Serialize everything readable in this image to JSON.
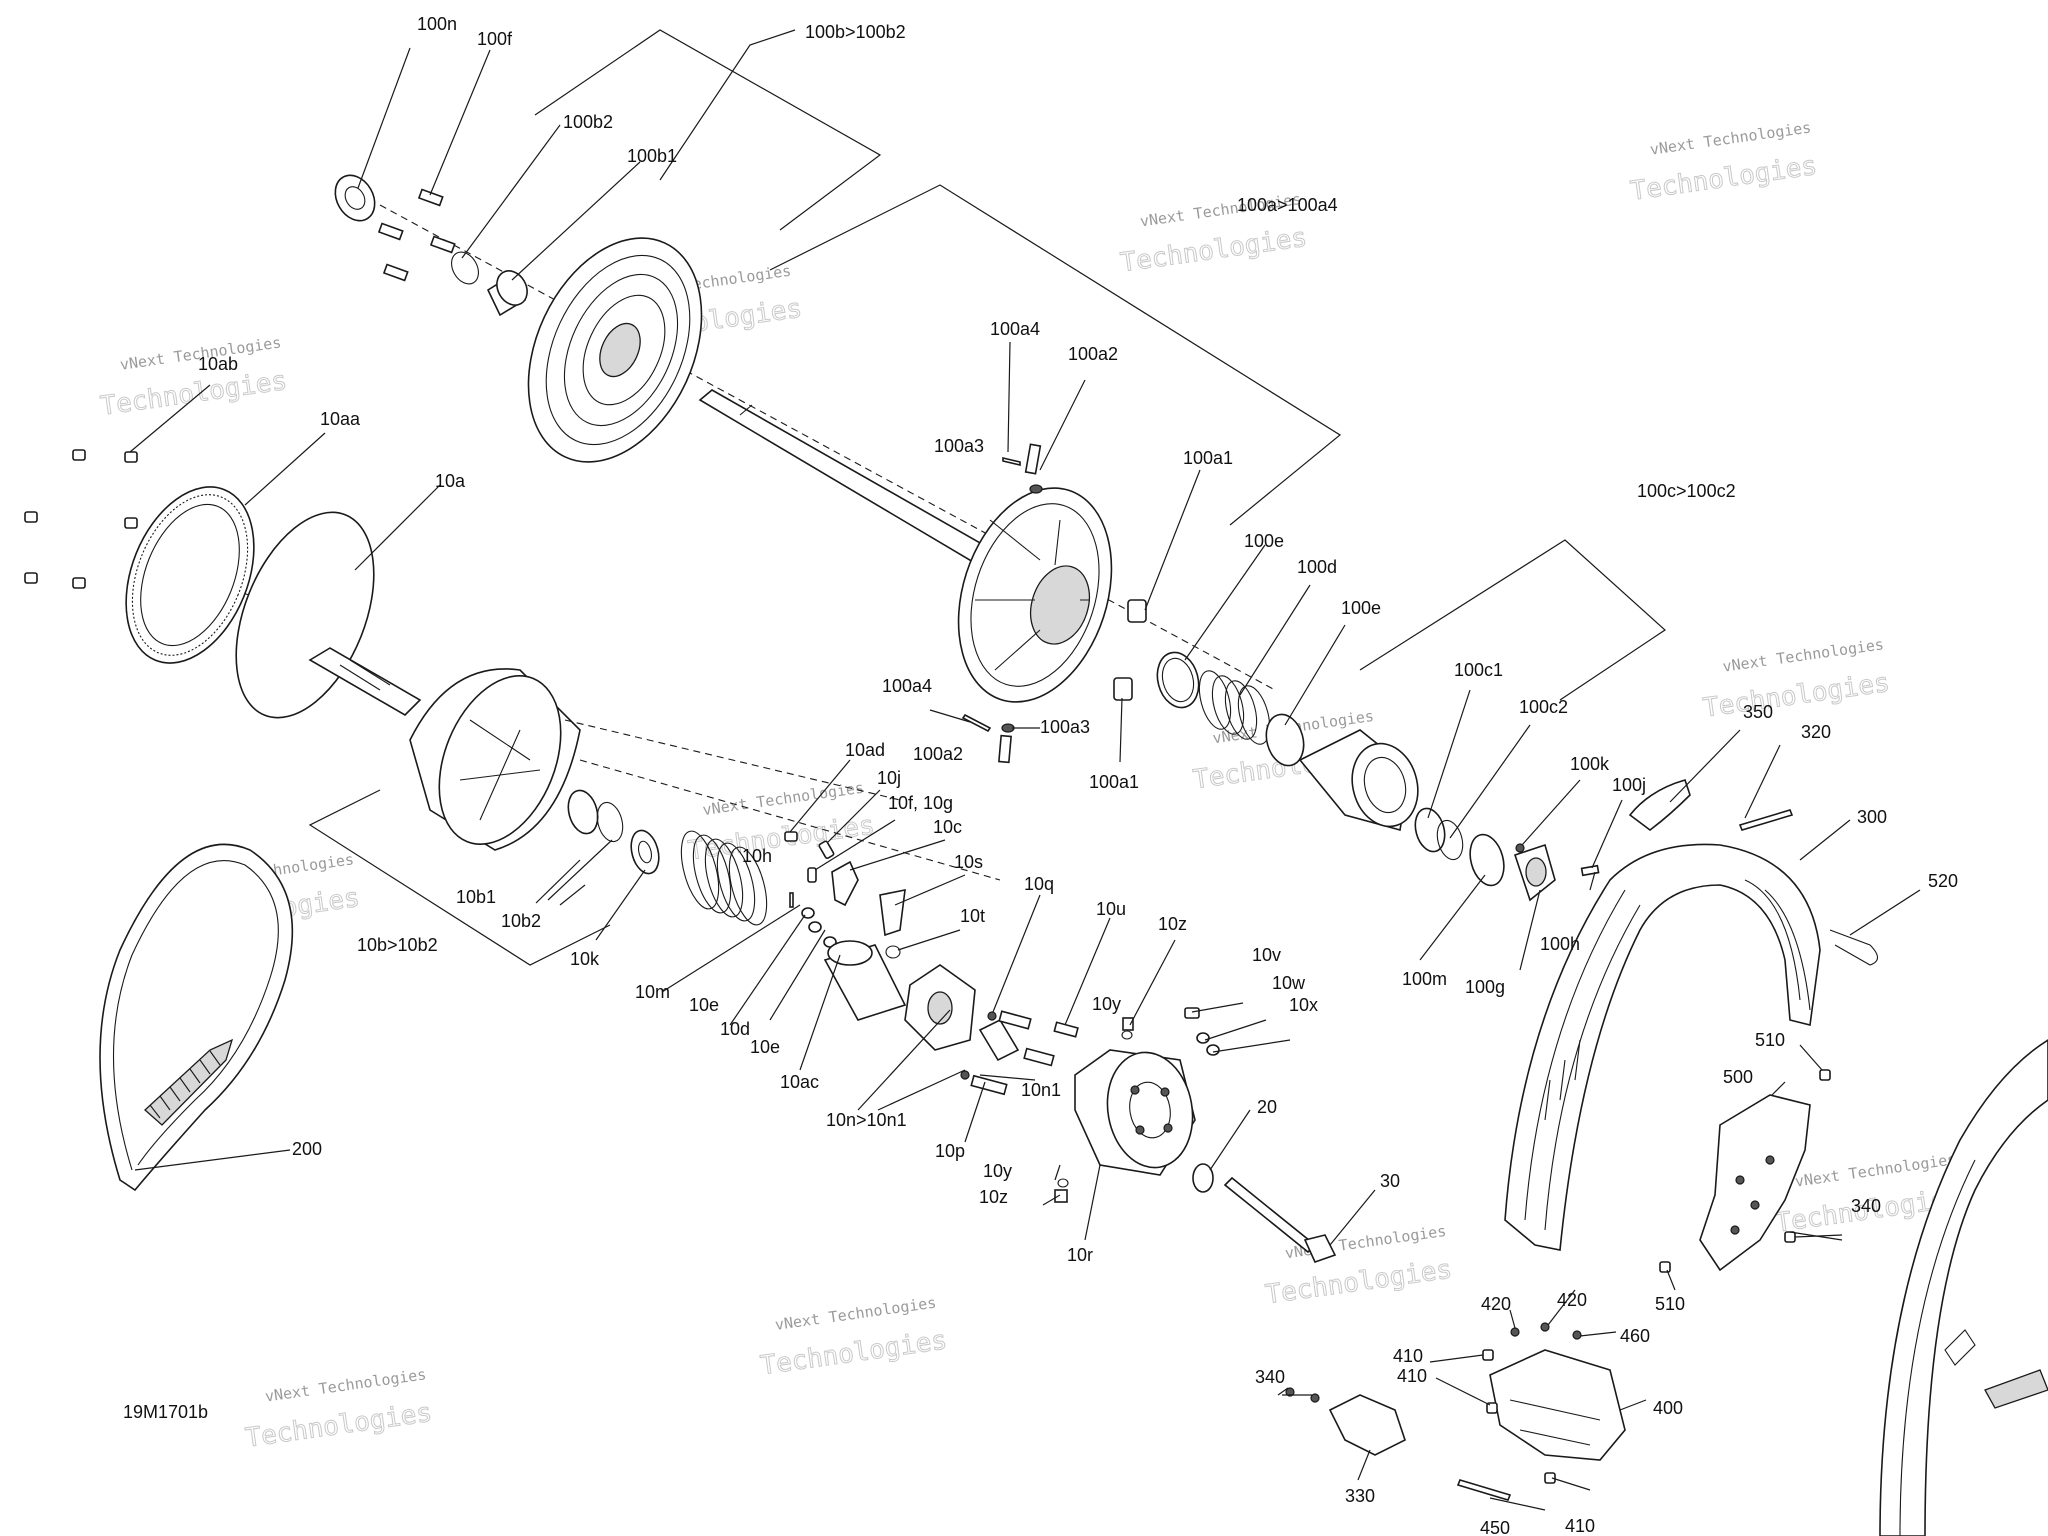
{
  "drawing_id": "19M1701b",
  "watermark": {
    "line1": "vNext Technologies",
    "line2": "Technologies"
  },
  "callouts": [
    "100n",
    "100f",
    "100b>100b2",
    "100b2",
    "100b1",
    "10ab",
    "10aa",
    "10a",
    "100a>100a4",
    "100a4",
    "100a2",
    "100a3",
    "100a1",
    "100e",
    "100d",
    "100e",
    "100c>100c2",
    "100c1",
    "100c2",
    "100k",
    "100j",
    "100h",
    "100m",
    "100g",
    "100a4",
    "100a3",
    "100a2",
    "100a1",
    "10ad",
    "10j",
    "10f, 10g",
    "10c",
    "10h",
    "10s",
    "10t",
    "10q",
    "10u",
    "10z",
    "10y",
    "10v",
    "10w",
    "10x",
    "10b1",
    "10b2",
    "10b>10b2",
    "10k",
    "10m",
    "10e",
    "10d",
    "10e",
    "10ac",
    "10n>10n1",
    "10n1",
    "10p",
    "10y",
    "10z",
    "10r",
    "20",
    "30",
    "200",
    "350",
    "320",
    "300",
    "520",
    "510",
    "500",
    "340",
    "510",
    "420",
    "420",
    "460",
    "410",
    "410",
    "400",
    "410",
    "450",
    "340",
    "330"
  ]
}
